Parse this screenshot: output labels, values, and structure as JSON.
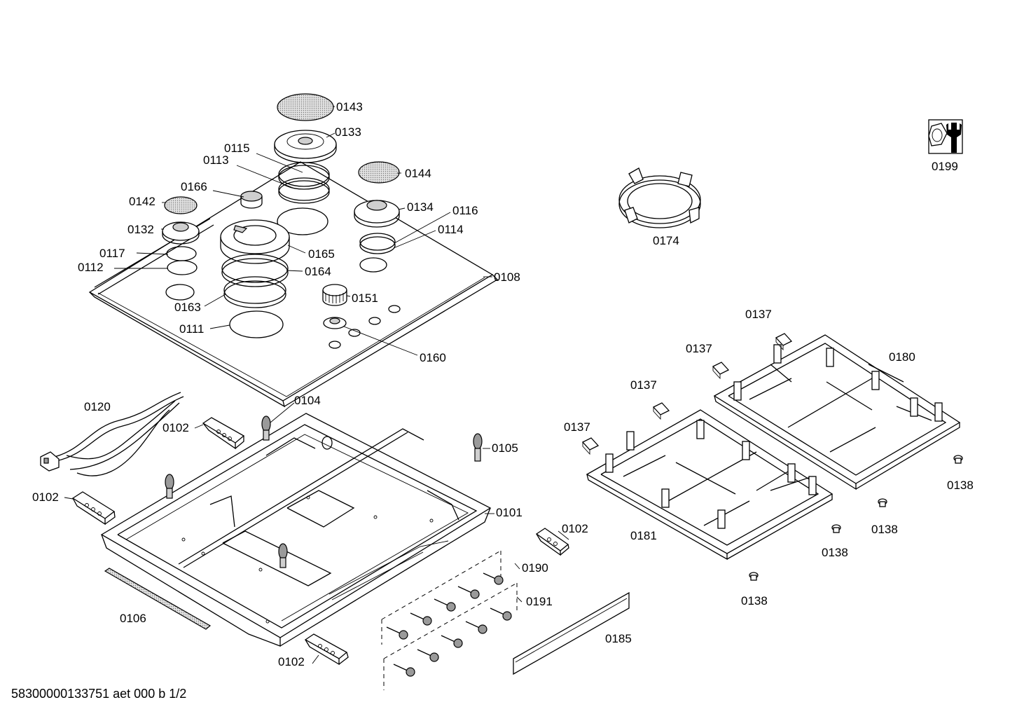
{
  "footer_code": "58300000133751 aet 000 b 1/2",
  "tool_icon": "wrench-hex-nut-icon",
  "labels": {
    "p0143": "0143",
    "p0133": "0133",
    "p0115": "0115",
    "p0113": "0113",
    "p0144": "0144",
    "p0166": "0166",
    "p0142": "0142",
    "p0134": "0134",
    "p0116": "0116",
    "p0132": "0132",
    "p0114": "0114",
    "p0117": "0117",
    "p0165": "0165",
    "p0112": "0112",
    "p0164": "0164",
    "p0108": "0108",
    "p0151": "0151",
    "p0163": "0163",
    "p0111": "0111",
    "p0160": "0160",
    "p0120": "0120",
    "p0104": "0104",
    "p0102": "0102",
    "p0105": "0105",
    "p0101": "0101",
    "p0190": "0190",
    "p0191": "0191",
    "p0106": "0106",
    "p0185": "0185",
    "p0174": "0174",
    "p0199": "0199",
    "p0137": "0137",
    "p0180": "0180",
    "p0181": "0181",
    "p0138": "0138"
  }
}
